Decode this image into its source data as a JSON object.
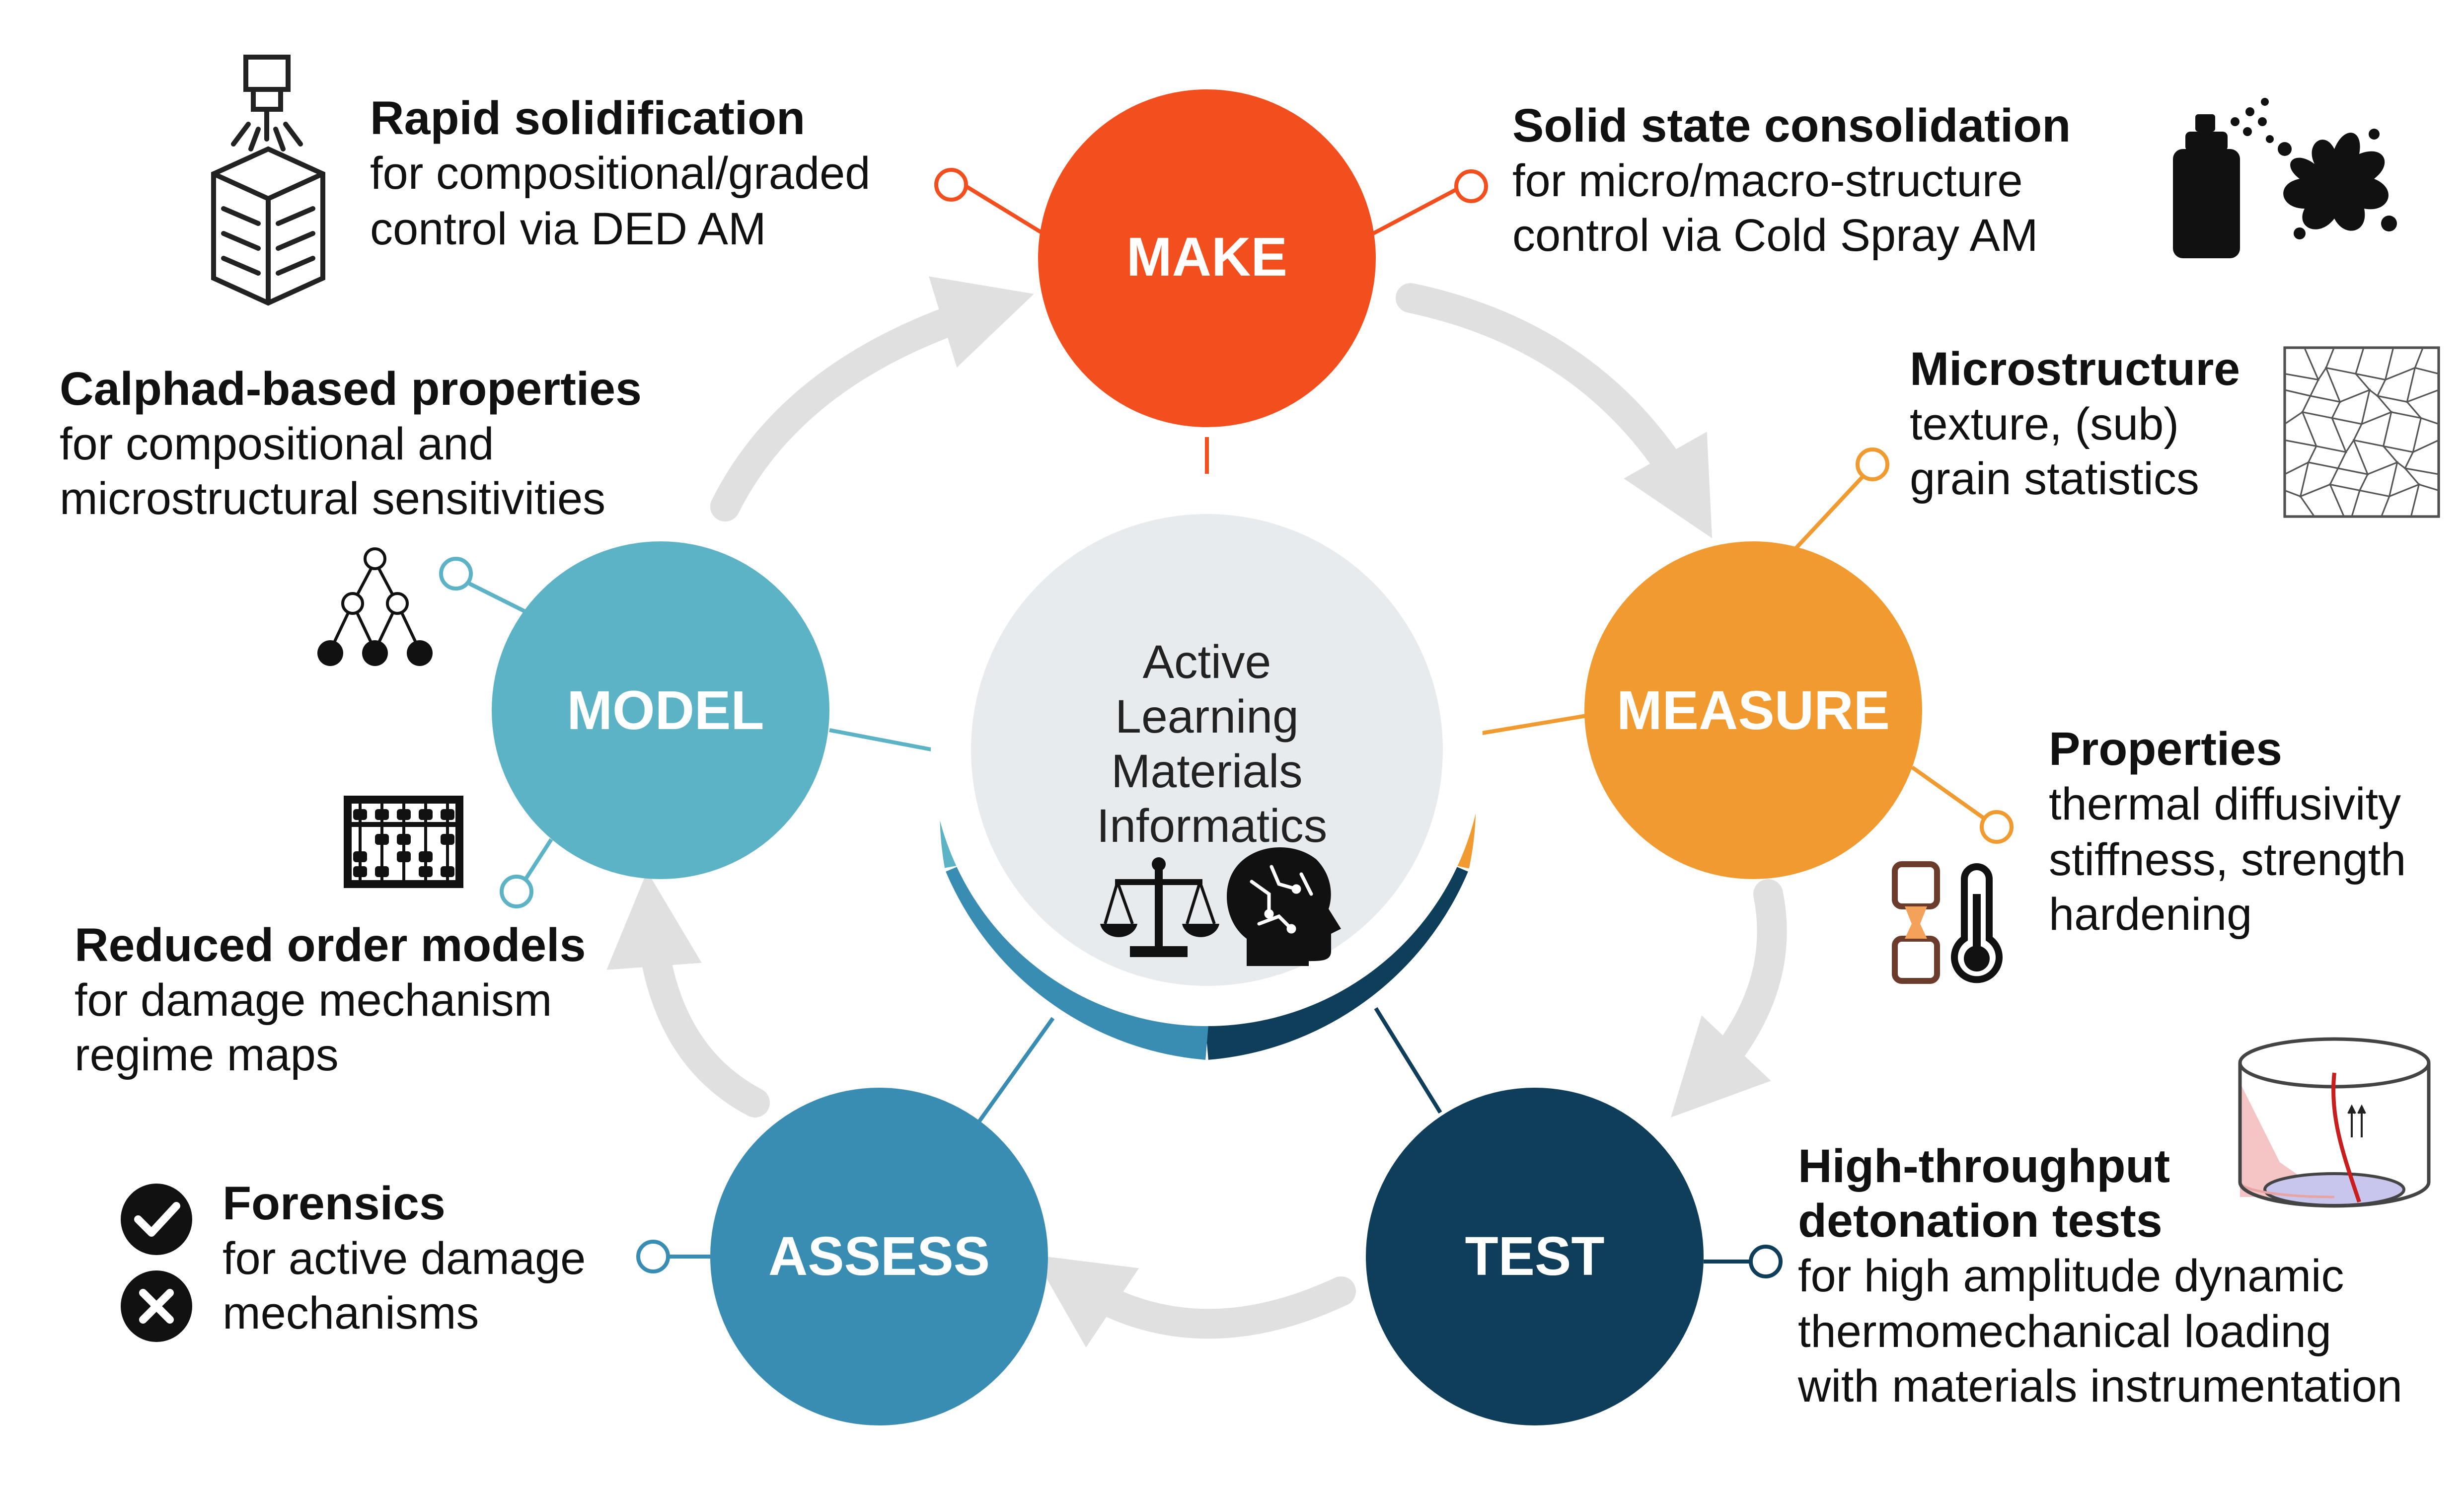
{
  "center": {
    "lines": [
      "Active",
      "Learning",
      "Materials",
      "Informatics"
    ],
    "icons": [
      "scales-icon",
      "brain-head-icon"
    ]
  },
  "stages": {
    "make": {
      "label": "MAKE",
      "color": "#F24E1E"
    },
    "measure": {
      "label": "MEASURE",
      "color": "#F09A30"
    },
    "test": {
      "label": "TEST",
      "color": "#0E3E5A"
    },
    "assess": {
      "label": "ASSESS",
      "color": "#3A8DB2"
    },
    "model": {
      "label": "MODEL",
      "color": "#5BB3C5"
    }
  },
  "annotations": {
    "rapid": {
      "title": "Rapid solidification",
      "lines": [
        "for compositional/graded",
        "control via DED AM"
      ],
      "icon": "laser-deposition-icon"
    },
    "solid": {
      "title": "Solid state consolidation",
      "lines": [
        "for micro/macro-structure",
        "control via Cold Spray AM"
      ],
      "icon": "spray-can-icon"
    },
    "micro": {
      "title": "Microstructure",
      "lines": [
        "texture, (sub)",
        "grain statistics"
      ],
      "icon": "grain-map-icon"
    },
    "props": {
      "title": "Properties",
      "lines": [
        "thermal diffusivity",
        "stiffness, strength",
        "hardening"
      ],
      "icon": "tensile-thermometer-icon"
    },
    "high": {
      "title_lines": [
        "High-throughput",
        "detonation tests"
      ],
      "lines": [
        "for high amplitude dynamic",
        "thermomechanical loading",
        "with materials instrumentation"
      ],
      "icon": "detonation-cylinder-icon"
    },
    "forensics": {
      "title": "Forensics",
      "lines": [
        "for active damage",
        "mechanisms"
      ],
      "icon": "check-cross-icon"
    },
    "reduced": {
      "title": "Reduced order models",
      "lines": [
        "for damage mechanism",
        "regime maps"
      ],
      "icon": "abacus-icon"
    },
    "calphad": {
      "title": "Calphad-based properties",
      "lines": [
        "for compositional and",
        "microstructural sensitivities"
      ],
      "icon": "tree-graph-icon"
    }
  }
}
